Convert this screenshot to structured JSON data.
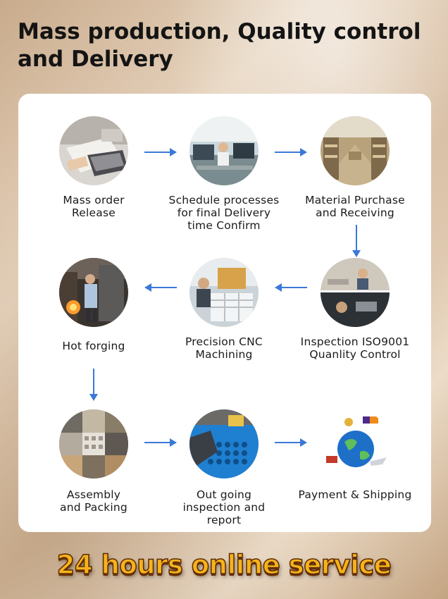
{
  "title": "Mass production, Quality control and Delivery",
  "steps": [
    {
      "lines": [
        "Mass order",
        "Release"
      ],
      "icon": "laptop-documents-photo"
    },
    {
      "lines": [
        "Schedule processes",
        "for final Delivery",
        "time Confirm"
      ],
      "icon": "office-worker-photo"
    },
    {
      "lines": [
        "Material Purchase",
        "and Receiving"
      ],
      "icon": "warehouse-photo"
    },
    {
      "lines": [
        "Inspection ISO9001",
        "Quanlity Control"
      ],
      "icon": "inspection-photo"
    },
    {
      "lines": [
        "Precision CNC",
        "Machining"
      ],
      "icon": "cnc-machine-photo"
    },
    {
      "lines": [
        "Hot forging"
      ],
      "icon": "forging-photo"
    },
    {
      "lines": [
        "Assembly",
        "and Packing"
      ],
      "icon": "assembly-packing-photo"
    },
    {
      "lines": [
        "Out going",
        "inspection and",
        "report"
      ],
      "icon": "outgoing-inspection-photo"
    },
    {
      "lines": [
        "Payment & Shipping"
      ],
      "icon": "globe-shipping-photo"
    }
  ],
  "accent_color": "#3b78d8",
  "tagline": "24 hours online service"
}
